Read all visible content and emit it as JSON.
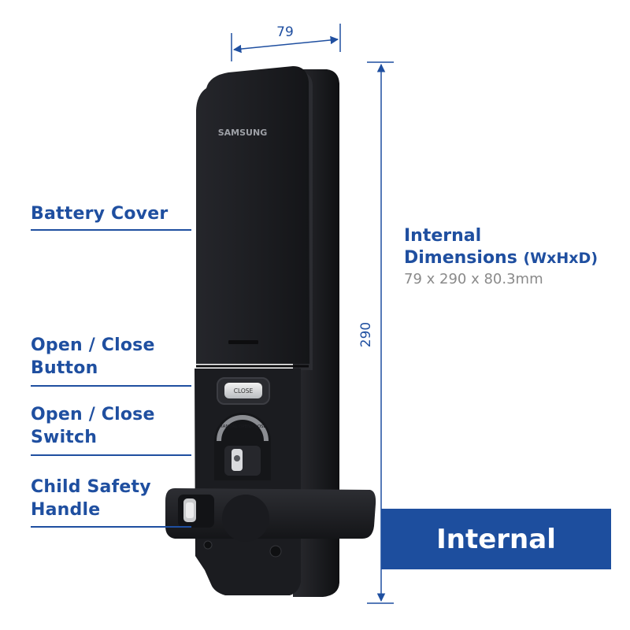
{
  "labels": {
    "battery_cover": "Battery Cover",
    "open_close_button_line1": "Open / Close",
    "open_close_button_line2": "Button",
    "open_close_switch_line1": "Open / Close",
    "open_close_switch_line2": "Switch",
    "child_safety_line1": "Child Safety",
    "child_safety_line2": "Handle"
  },
  "dimensions": {
    "title_line1": "Internal",
    "title_line2": "Dimensions",
    "title_suffix": "(WxHxD)",
    "value": "79 x 290 x 80.3mm",
    "width_label": "79",
    "height_label": "290"
  },
  "device": {
    "brand": "SAMSUNG",
    "button_label": "CLOSE",
    "switch_ring_text": "MANUAL OPEN/CLOSE"
  },
  "banner": {
    "text": "Internal"
  },
  "colors": {
    "accent": "#1d4e9e",
    "device": "#1b1c20",
    "muted_text": "#8a8a8a"
  }
}
